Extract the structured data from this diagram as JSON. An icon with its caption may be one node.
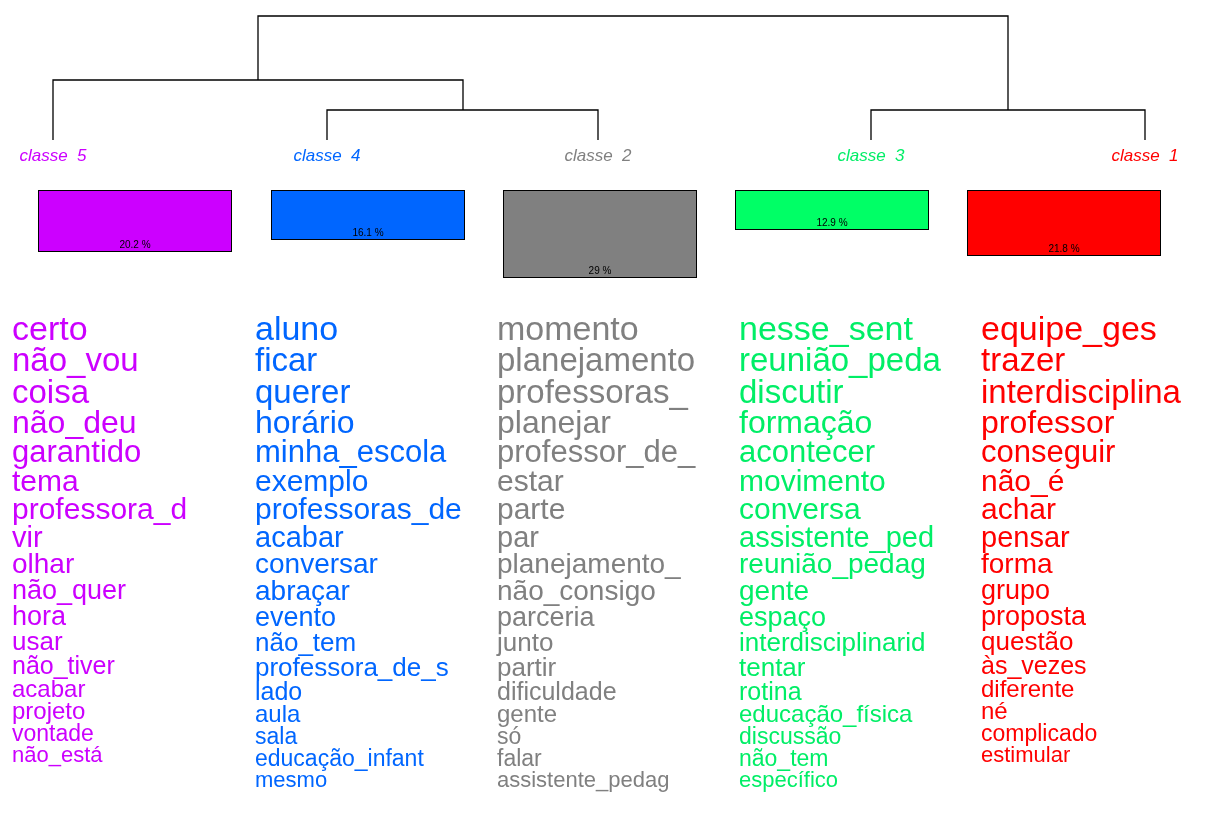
{
  "diagram": {
    "nodes": [
      {
        "text": [
          "20.2 %"
        ],
        "beside": [
          "classe  5"
        ]
      },
      {
        "text": [
          "16.1 %"
        ],
        "beside": [
          "classe  4"
        ]
      },
      {
        "text": [
          "29 %"
        ],
        "beside": [
          "classe  2"
        ]
      },
      {
        "text": [
          "12.9 %"
        ],
        "beside": [
          "classe  3"
        ]
      },
      {
        "text": [
          "21.8 %"
        ],
        "beside": [
          "classe  1"
        ]
      }
    ],
    "labels": [
      "certo",
      "não_vou",
      "coisa",
      "não_deu",
      "garantido",
      "tema",
      "professora_d",
      "vir",
      "olhar",
      "não_quer",
      "hora",
      "usar",
      "não_tiver",
      "acabar",
      "projeto",
      "vontade",
      "não_está",
      "aluno",
      "ficar",
      "querer",
      "horário",
      "minha_escola",
      "exemplo",
      "professoras_de",
      "acabar",
      "conversar",
      "abraçar",
      "evento",
      "não_tem",
      "professora_de_s",
      "lado",
      "aula",
      "sala",
      "educação_infant",
      "mesmo",
      "momento",
      "planejamento",
      "professoras_",
      "planejar",
      "professor_de_",
      "estar",
      "parte",
      "par",
      "planejamento_",
      "não_consigo",
      "parceria",
      "junto",
      "partir",
      "dificuldade",
      "gente",
      "só",
      "falar",
      "assistente_pedag",
      "nesse_sent",
      "reunião_peda",
      "discutir",
      "formação",
      "acontecer",
      "movimento",
      "conversa",
      "assistente_ped",
      "reunião_pedag",
      "gente",
      "espaço",
      "interdisciplinarid",
      "tentar",
      "rotina",
      "educação_física",
      "discussão",
      "não_tem",
      "específico",
      "equipe_ges",
      "trazer",
      "interdisciplina",
      "professor",
      "conseguir",
      "não_é",
      "achar",
      "pensar",
      "forma",
      "grupo",
      "proposta",
      "questão",
      "às_vezes",
      "diferente",
      "né",
      "complicado",
      "estimular"
    ]
  }
}
